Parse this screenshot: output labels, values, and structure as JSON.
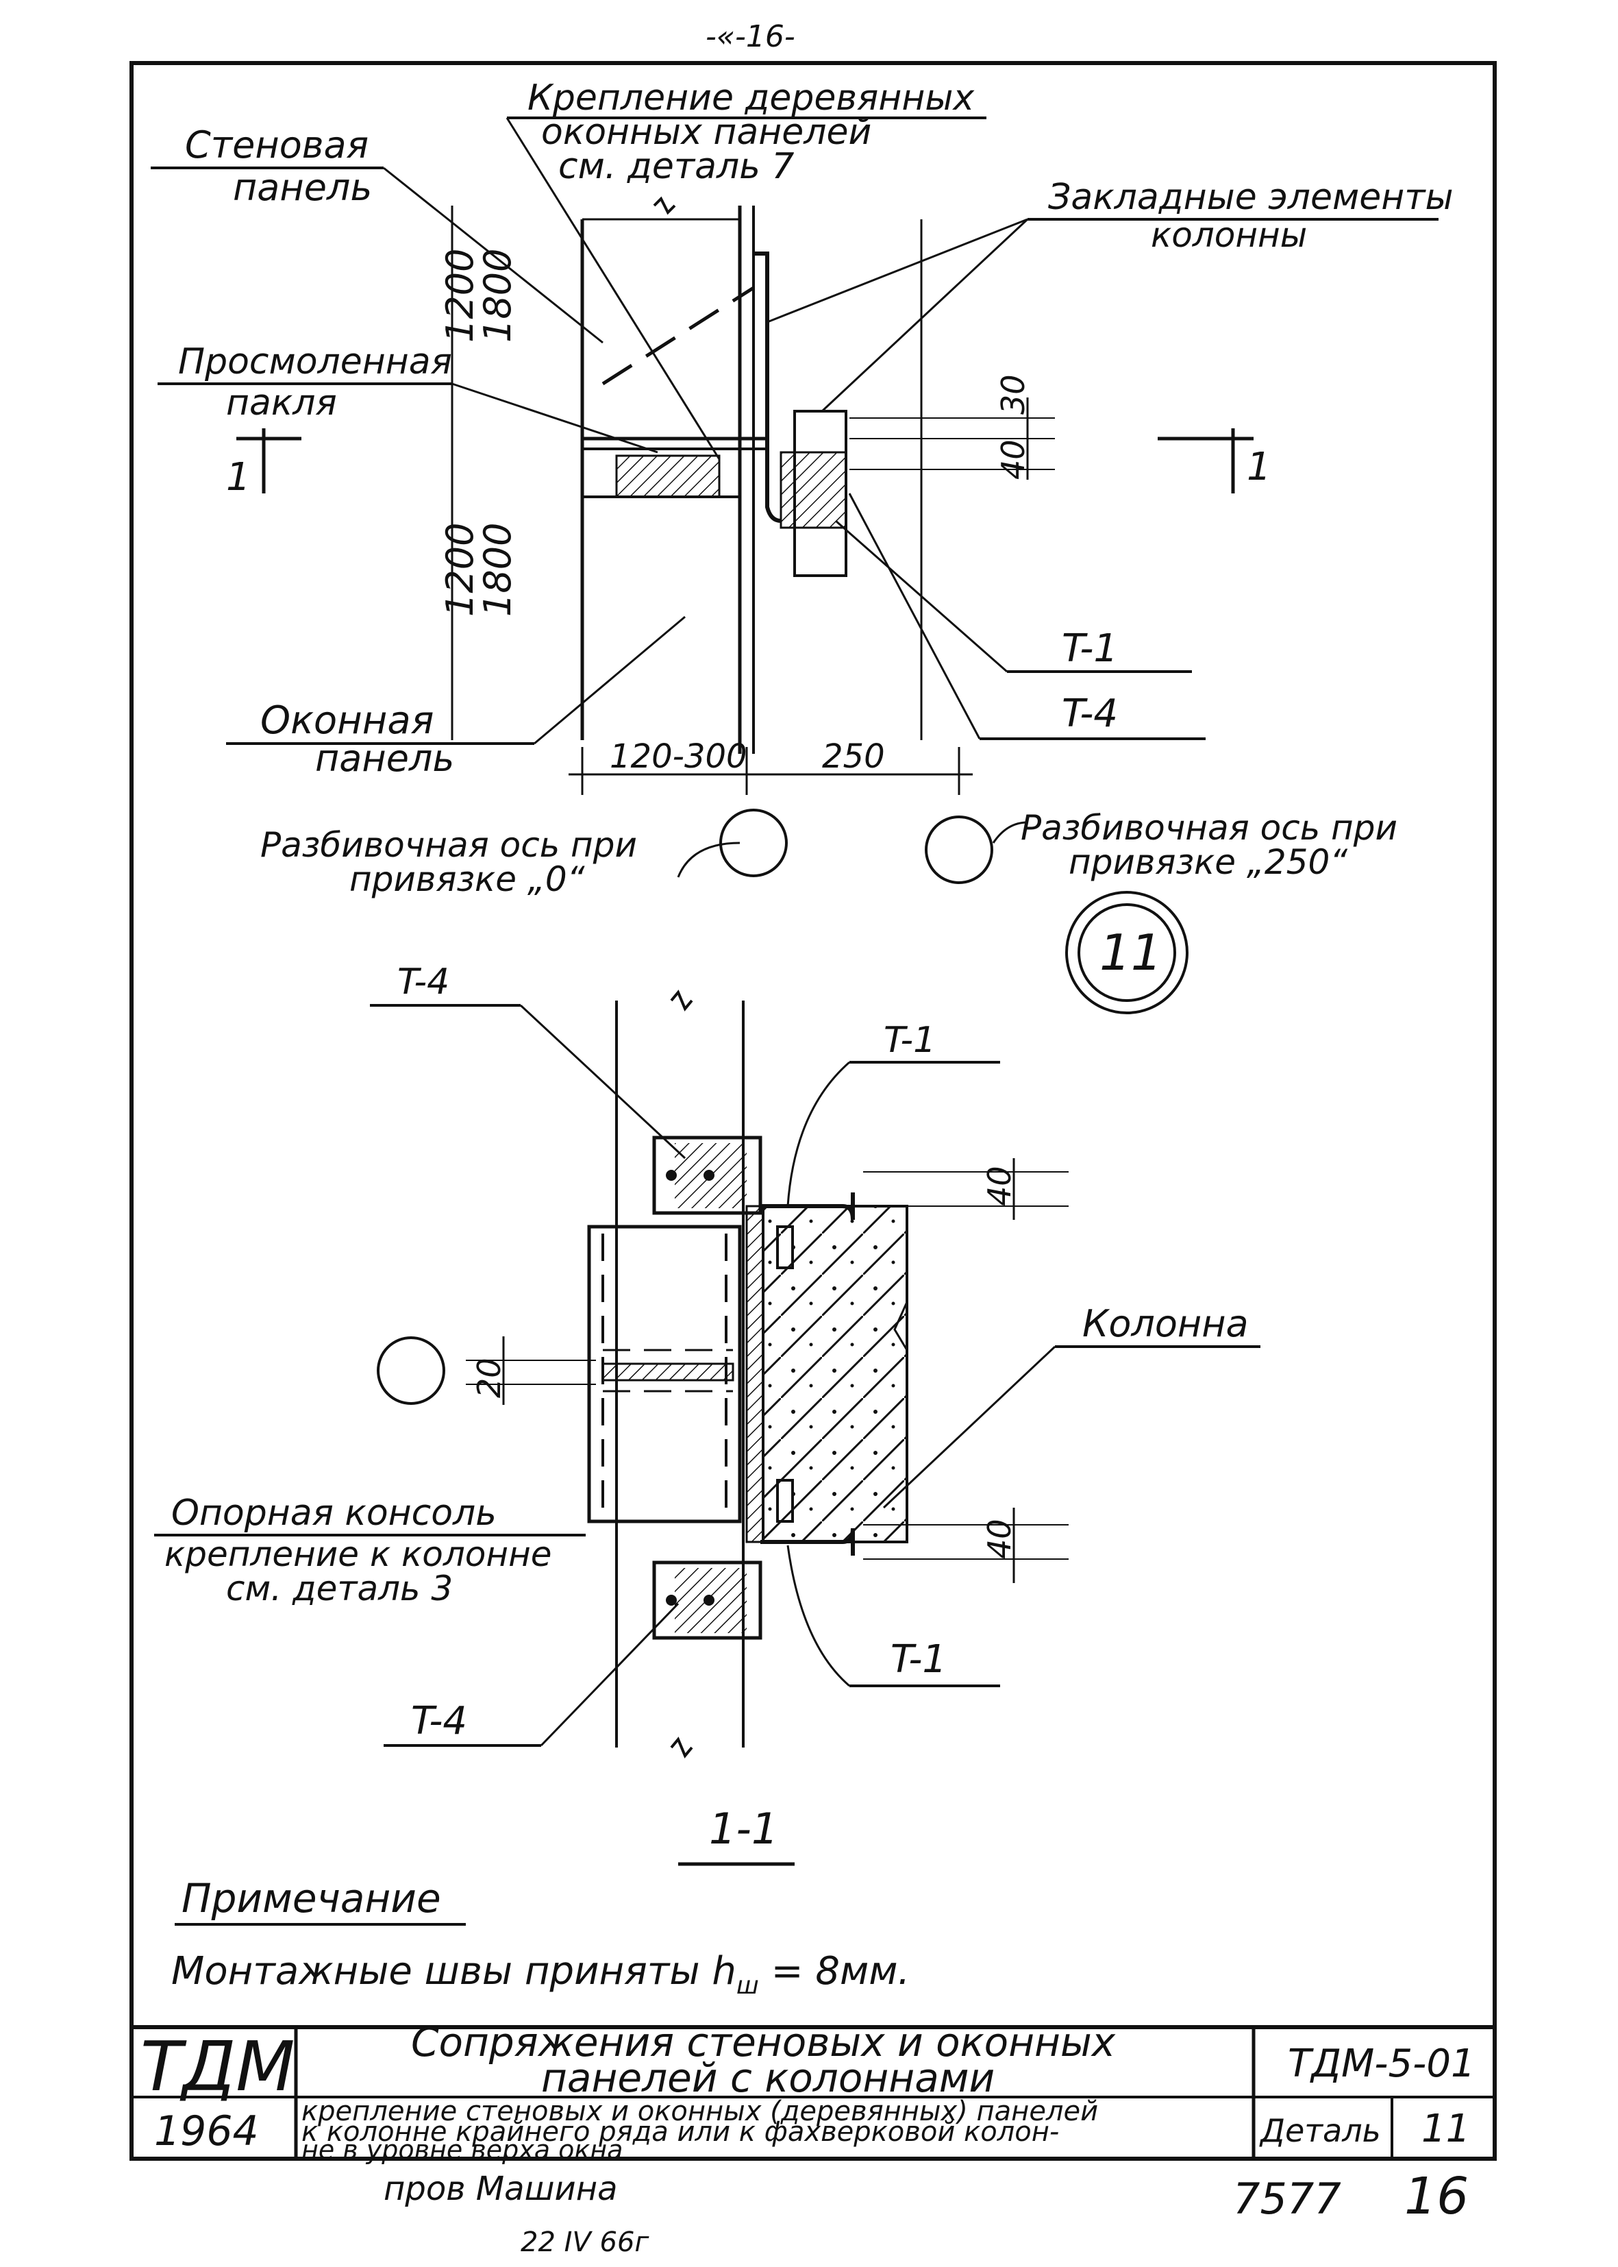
{
  "top_stamp": "-«-16-",
  "detail11": {
    "label_fastening": [
      "Крепление деревянных",
      "оконных панелей",
      "см. деталь 7"
    ],
    "label_wall_panel": [
      "Стеновая",
      "панель"
    ],
    "label_embedded": [
      "Закладные элементы",
      "колонны"
    ],
    "label_tow": [
      "Просмоленная",
      "пакля"
    ],
    "dim_1200_top": "1200",
    "dim_1800_top": "1800",
    "dim_1200_bot": "1200",
    "dim_1800_bot": "1800",
    "dim_30": "30",
    "dim_40": "40",
    "label_T1": "T-1",
    "label_T4": "T-4",
    "label_window_panel": [
      "Оконная",
      "панель"
    ],
    "dim_120_300": "120-300",
    "dim_250": "250",
    "label_axis_0": [
      "Разбивочная ось при",
      "привязке „0“"
    ],
    "label_axis_250": [
      "Разбивочная ось при",
      "привязке „250“"
    ],
    "section_mark_left": "1",
    "section_mark_right": "1",
    "detail_number": "11"
  },
  "section11": {
    "label_T4_top": "T-4",
    "label_T1_top": "T-1",
    "label_column": "Колонна",
    "dim_40_top": "40",
    "dim_20": "20",
    "dim_40_bot": "40",
    "label_console": [
      "Опорная консоль",
      "крепление к колонне",
      "см. деталь 3"
    ],
    "label_T1_bot": "T-1",
    "label_T4_bot": "T-4",
    "section_title": "1-1"
  },
  "note": {
    "heading": "Примечание",
    "text": "Монтажные швы приняты h",
    "subscript": "ш",
    "text_tail": " = 8мм."
  },
  "title_block": {
    "logo": "ТДМ",
    "year": "1964",
    "title": [
      "Сопряжения стеновых и оконных",
      "панелей с колоннами"
    ],
    "subtitle": [
      "крепление стеновых и оконных (деревянных) панелей",
      "к колонне крайнего ряда или к фахверковой колон-",
      "не в уровне верха окна"
    ],
    "code": "ТДМ-5-01",
    "detail_label": "Деталь",
    "detail_num": "11"
  },
  "footer": {
    "signature": "пров Машина",
    "date": "22 IV 66г",
    "sheet_ref": "7577",
    "page": "16"
  }
}
